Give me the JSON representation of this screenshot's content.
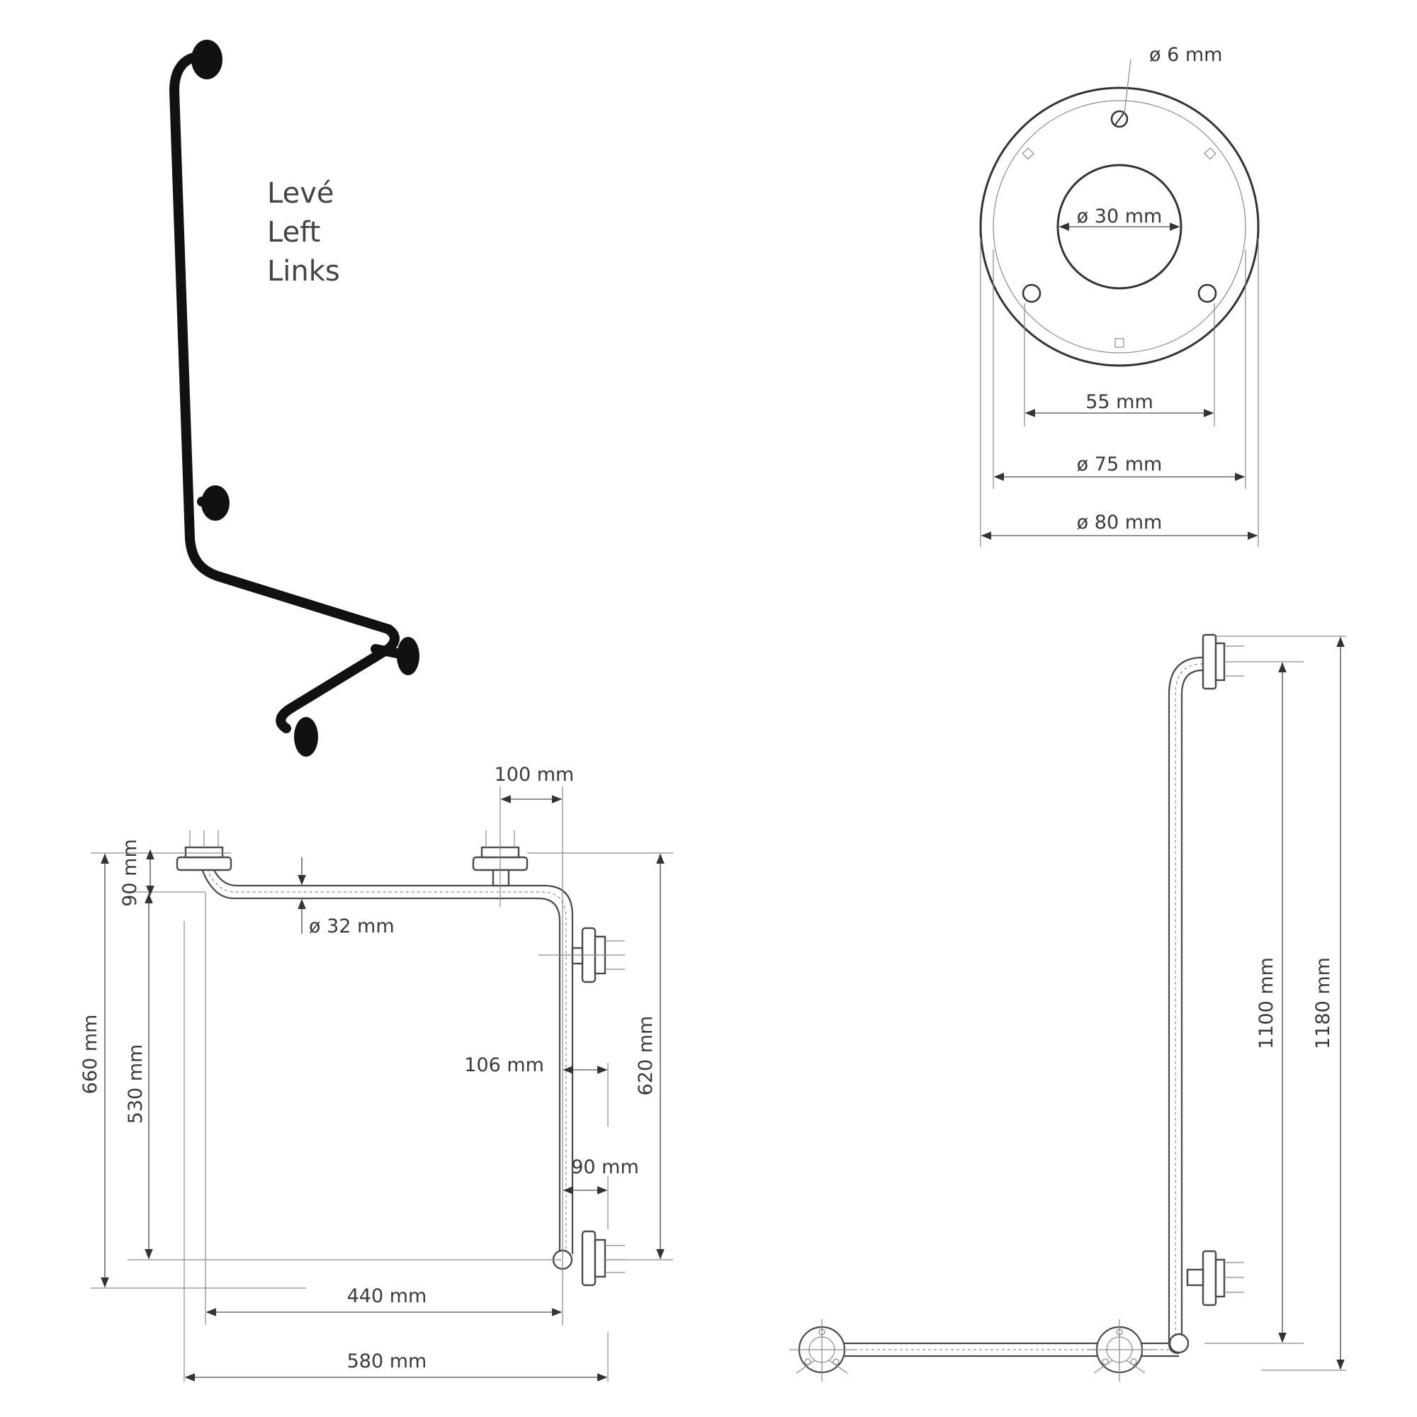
{
  "orientation_labels": [
    "Levé",
    "Left",
    "Links"
  ],
  "rosette": {
    "hole": "ø 6 mm",
    "inner": "ø 30 mm",
    "spacing": "55 mm",
    "mid": "ø 75 mm",
    "outer": "ø 80 mm"
  },
  "top_view": {
    "offset_top": "100 mm",
    "height_90": "90 mm",
    "tube": "ø 32 mm",
    "total_left": "660 mm",
    "inner_left": "530 mm",
    "right_height": "620 mm",
    "offset_106": "106 mm",
    "offset_90": "90 mm",
    "inner_width": "440 mm",
    "total_width": "580 mm"
  },
  "side_view": {
    "inner_height": "1100 mm",
    "total_height": "1180 mm"
  },
  "colors": {
    "bar": "#111111",
    "line": "#6b6b6b"
  },
  "icons": [
    "arrow-head-icon"
  ]
}
